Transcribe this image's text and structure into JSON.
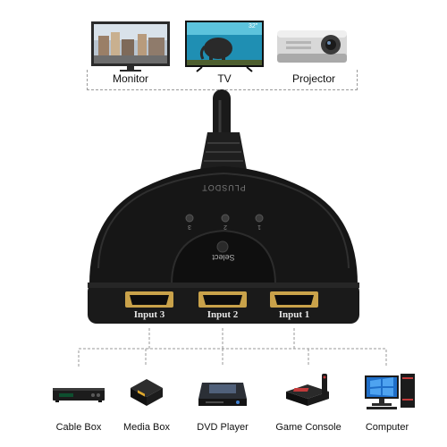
{
  "outputs": {
    "monitor_label": "Monitor",
    "tv_label": "TV",
    "tv_size_text": "32\"",
    "projector_label": "Projector"
  },
  "device": {
    "brand": "PLUSDOT",
    "select_label": "Select",
    "led_labels": [
      "3",
      "2",
      "1"
    ],
    "ports": [
      "Input 3",
      "Input 2",
      "Input 1"
    ]
  },
  "inputs": {
    "sources": [
      "Cable Box",
      "Media Box",
      "DVD Player",
      "Game Console",
      "Computer"
    ]
  }
}
